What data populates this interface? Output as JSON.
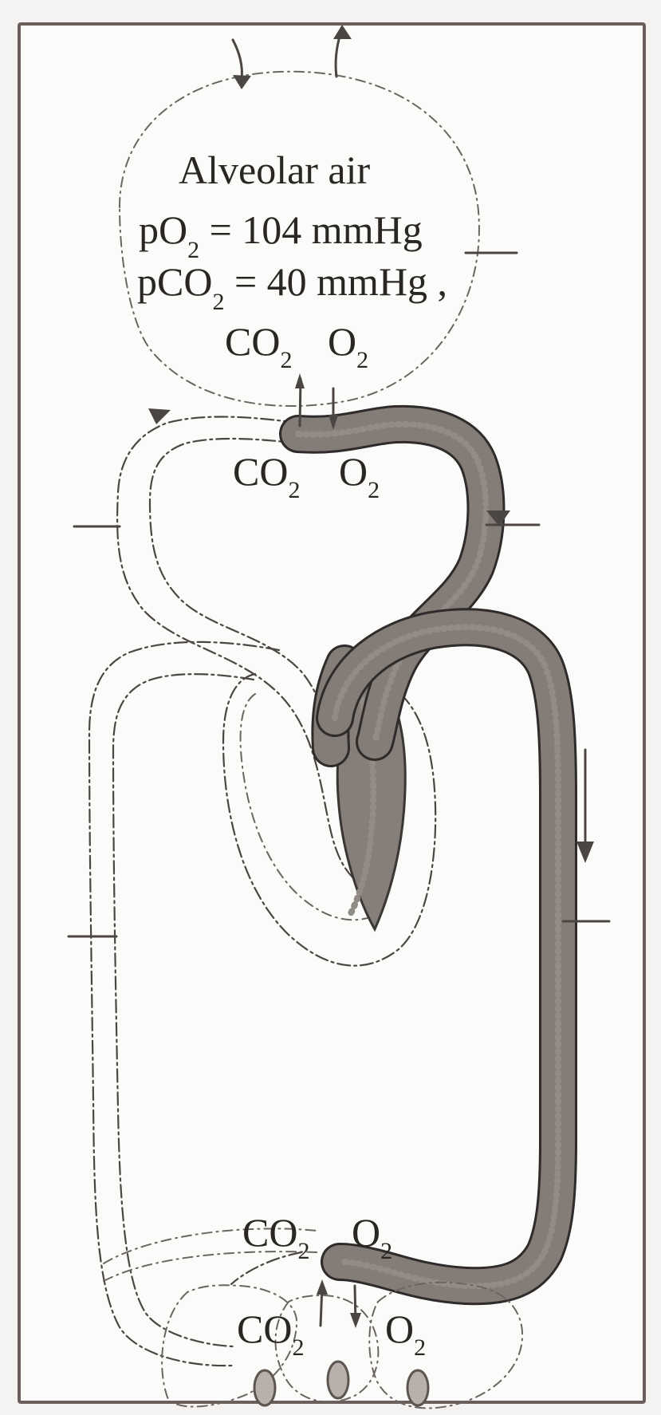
{
  "diagram": {
    "alveolus": {
      "line1": "Alveolar air",
      "po2_prefix": "pO",
      "po2_sub": "2",
      "po2_value": " = 104 mmHg",
      "pco2_prefix": "pCO",
      "pco2_sub": "2",
      "pco2_value": " = 40 mmHg ,",
      "gas_co2": "CO",
      "gas_co2_sub": "2",
      "gas_o2": "O",
      "gas_o2_sub": "2"
    },
    "pulmonary_capillary": {
      "gas_co2": "CO",
      "gas_co2_sub": "2",
      "gas_o2": "O",
      "gas_o2_sub": "2"
    },
    "systemic_capillary": {
      "gas_co2": "CO",
      "gas_co2_sub": "2",
      "gas_o2": "O",
      "gas_o2_sub": "2"
    },
    "tissue": {
      "gas_co2": "CO",
      "gas_co2_sub": "2",
      "gas_o2": "O",
      "gas_o2_sub": "2"
    }
  }
}
